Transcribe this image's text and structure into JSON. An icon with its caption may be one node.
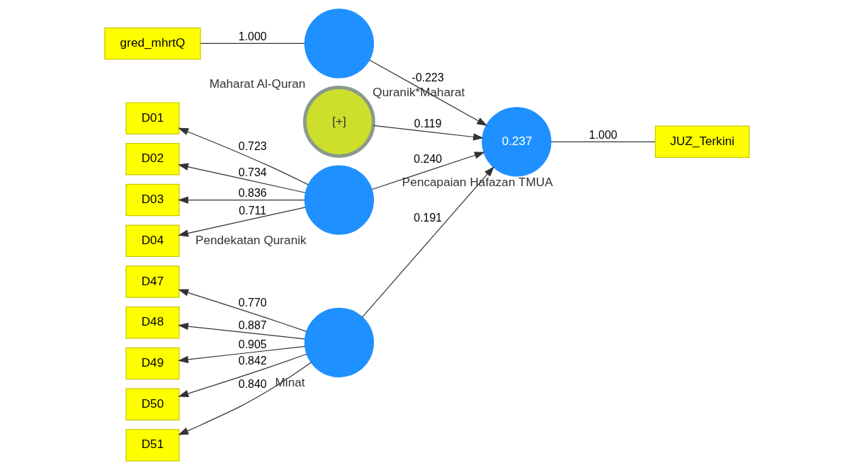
{
  "diagram": {
    "nodes": [
      {
        "text": [
          "gred_mhrtQ"
        ]
      },
      {
        "text": [],
        "shape": "circle",
        "beside": [
          "Maharat Al-Quran"
        ]
      },
      {
        "text": [
          "[+]"
        ],
        "beside": [
          "Quranik*Maharat"
        ]
      },
      {
        "text": [
          "D01"
        ]
      },
      {
        "text": [
          "D02"
        ]
      },
      {
        "text": [
          "D03"
        ]
      },
      {
        "text": [
          "D04"
        ]
      },
      {
        "text": [],
        "shape": "circle",
        "beside": [
          "Pendekatan Quranik"
        ]
      },
      {
        "text": [
          "0.237"
        ],
        "beside": [
          "Pencapaian Hafazan TMUA"
        ]
      },
      {
        "text": [
          "JUZ_Terkini"
        ]
      },
      {
        "text": [
          "D47"
        ]
      },
      {
        "text": [
          "D48"
        ]
      },
      {
        "text": [
          "D49"
        ]
      },
      {
        "text": [
          "D50"
        ]
      },
      {
        "text": [
          "D51"
        ]
      },
      {
        "text": [],
        "shape": "circle",
        "beside": [
          "Minat"
        ]
      }
    ],
    "edges": [
      {
        "from": 1,
        "to": 0,
        "arrow": "none",
        "label": "1.000"
      },
      {
        "from": 7,
        "to": 3,
        "arrow": "to",
        "label": "0.723"
      },
      {
        "from": 7,
        "to": 4,
        "arrow": "to",
        "label": "0.734"
      },
      {
        "from": 7,
        "to": 5,
        "arrow": "to",
        "label": "0.836"
      },
      {
        "from": 7,
        "to": 6,
        "arrow": "to",
        "label": "0.711"
      },
      {
        "from": 1,
        "to": 8,
        "arrow": "to",
        "label": "-0.223"
      },
      {
        "from": 2,
        "to": 8,
        "arrow": "to",
        "label": "0.119"
      },
      {
        "from": 7,
        "to": 8,
        "arrow": "to",
        "label": "0.240"
      },
      {
        "from": 8,
        "to": 9,
        "arrow": "none",
        "label": "1.000"
      },
      {
        "from": 15,
        "to": 8,
        "arrow": "to",
        "label": "0.191"
      },
      {
        "from": 15,
        "to": 10,
        "arrow": "to",
        "label": "0.770"
      },
      {
        "from": 15,
        "to": 11,
        "arrow": "to",
        "label": "0.887"
      },
      {
        "from": 15,
        "to": 12,
        "arrow": "to",
        "label": "0.905"
      },
      {
        "from": 15,
        "to": 13,
        "arrow": "to",
        "label": "0.842"
      },
      {
        "from": 15,
        "to": 14,
        "arrow": "to",
        "label": "0.840"
      }
    ]
  }
}
